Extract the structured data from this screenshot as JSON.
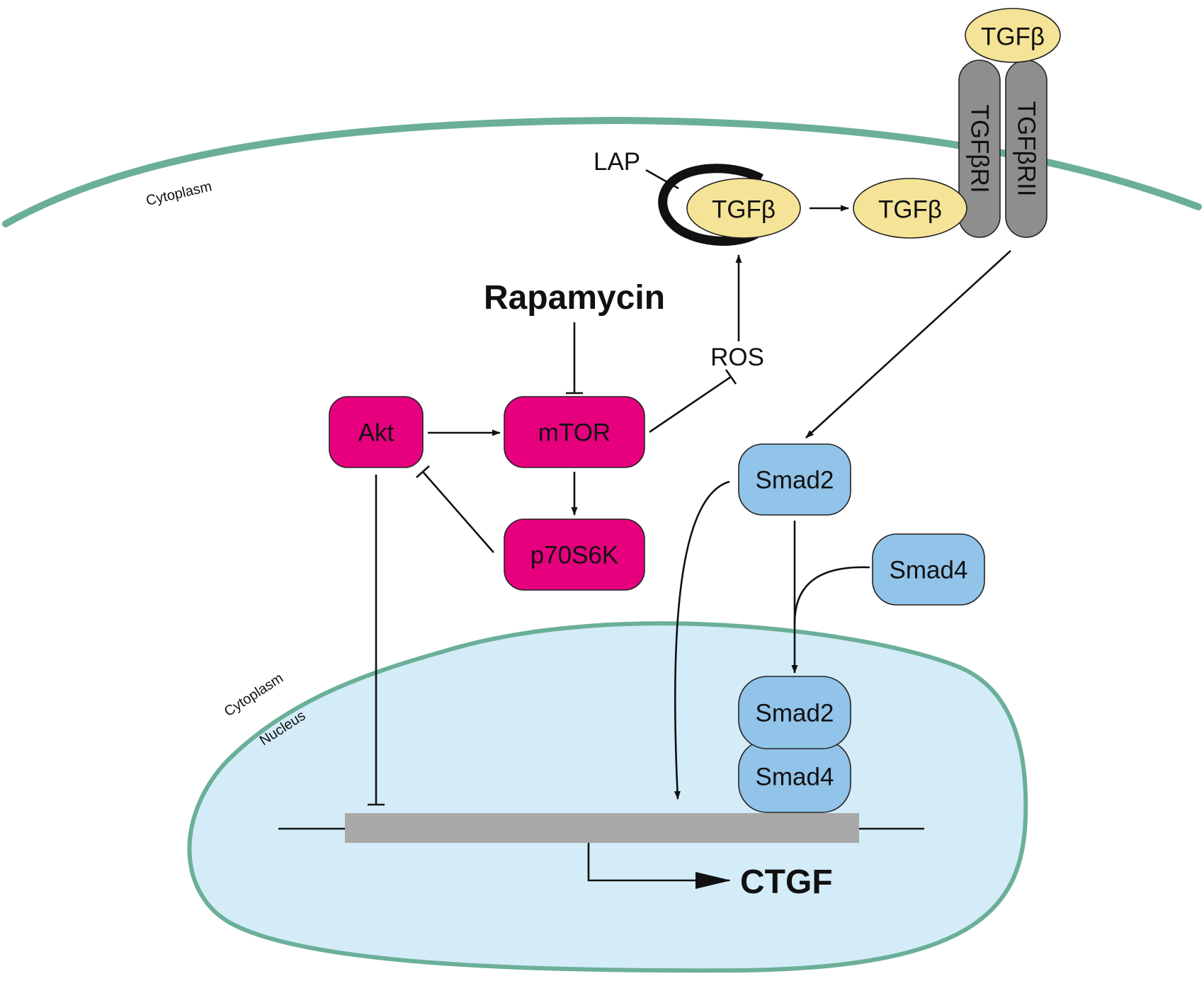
{
  "labels": {
    "cytoplasm_membrane": "Cytoplasm",
    "cytoplasm_nuclear": "Cytoplasm",
    "nucleus": "Nucleus",
    "lap": "LAP",
    "tgfb_latent": "TGFβ",
    "tgfb_free": "TGFβ",
    "tgfb_ligand": "TGFβ",
    "tgfbr1": "TGFβRI",
    "tgfbr2": "TGFβRII",
    "rapamycin": "Rapamycin",
    "ros": "ROS",
    "akt": "Akt",
    "mtor": "mTOR",
    "p70s6k": "p70S6K",
    "smad2": "Smad2",
    "smad4": "Smad4",
    "complex_smad2": "Smad2",
    "complex_smad4": "Smad4",
    "ctgf": "CTGF"
  },
  "colors": {
    "membrane": "#6BAF99",
    "nucleus_fill": "#D3ECF8",
    "kinase": "#E6007E",
    "smad": "#92C3E8",
    "tgfb": "#F5E497",
    "receptor": "#8E8E8E",
    "gene": "#A8A8A8",
    "line": "#111111"
  }
}
